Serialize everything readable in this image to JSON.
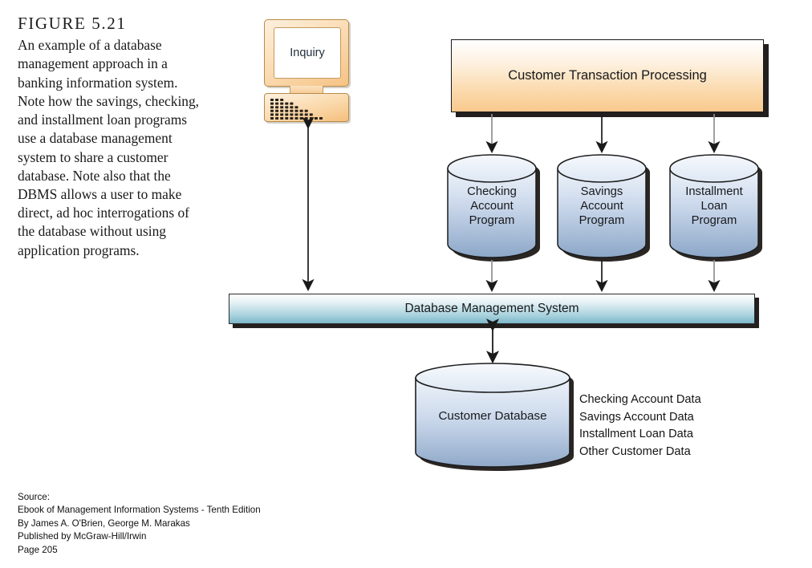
{
  "figure": {
    "title": "FIGURE 5.21",
    "caption": "An example of a database management approach in a banking information system. Note how the savings, checking, and installment loan programs use a database management system to share a customer database. Note also that the DBMS allows a user to make direct, ad hoc interrogations of the database without using application programs."
  },
  "diagram": {
    "terminal": {
      "screen_label": "Inquiry"
    },
    "process_box": {
      "label": "Customer Transaction Processing",
      "fill_top": "#ffffff",
      "fill_bottom": "#f9c98e",
      "border": "#1c1a18"
    },
    "programs": [
      {
        "label_lines": [
          "Checking",
          "Account",
          "Program"
        ]
      },
      {
        "label_lines": [
          "Savings",
          "Account",
          "Program"
        ]
      },
      {
        "label_lines": [
          "Installment",
          "Loan",
          "Program"
        ]
      }
    ],
    "dbms_bar": {
      "label": "Database Management System",
      "fill_top": "#ffffff",
      "fill_bottom": "#7db7c8"
    },
    "database": {
      "label": "Customer Database",
      "fill_top": "#eaf0f8",
      "fill_bottom": "#8fa9c9"
    },
    "data_items": [
      "Checking Account Data",
      "Savings Account Data",
      "Installment Loan Data",
      "Other Customer Data"
    ]
  },
  "source": {
    "line1": "Source:",
    "line2": "Ebook of Management Information Systems - Tenth Edition",
    "line3": "By James A. O'Brien, George M. Marakas",
    "line4": "Published by McGraw-Hill/Irwin",
    "line5": "Page 205"
  }
}
